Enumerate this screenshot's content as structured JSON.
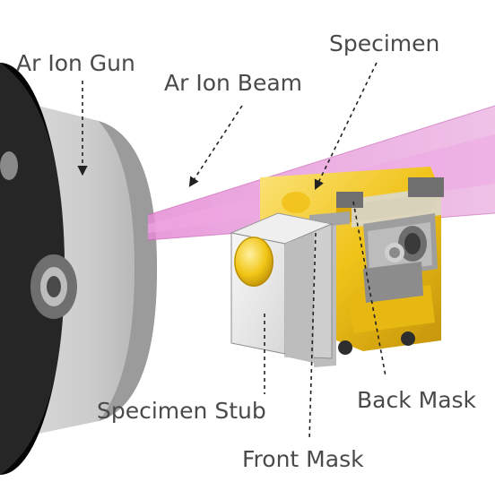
{
  "labels": {
    "ar_ion_gun": "Ar Ion Gun",
    "ar_ion_beam": "Ar Ion Beam",
    "specimen": "Specimen",
    "specimen_stub": "Specimen Stub",
    "back_mask": "Back Mask",
    "front_mask": "Front Mask"
  },
  "colors": {
    "beam": "#e07fd0",
    "gold": "#f2c21a",
    "steel": "#c9c9c9",
    "text": "#4a4a4a"
  }
}
